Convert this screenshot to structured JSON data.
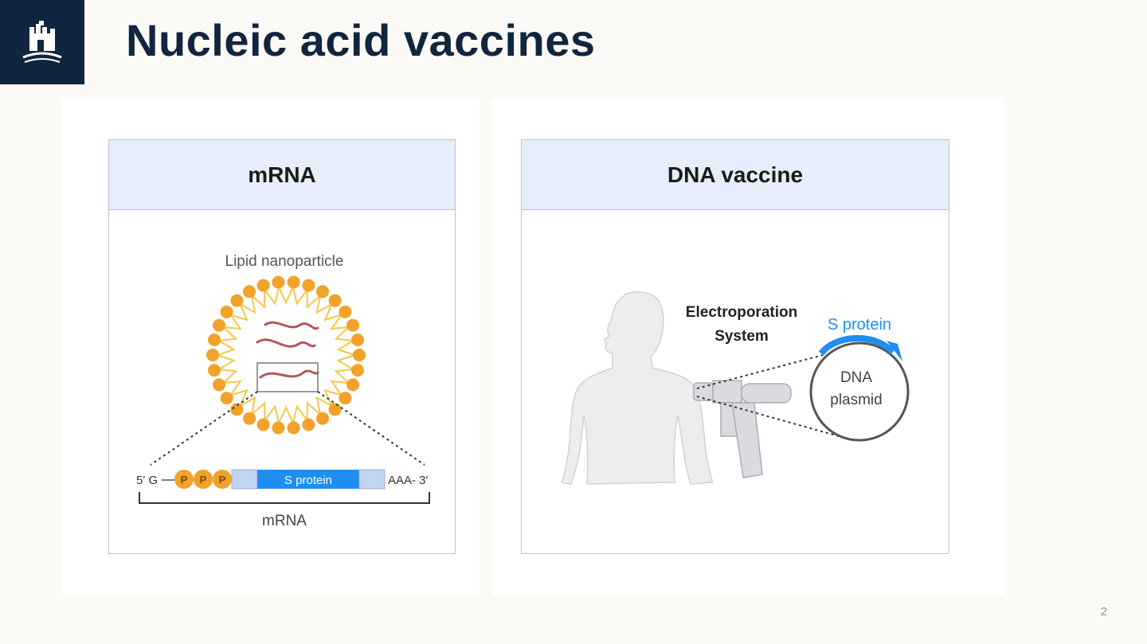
{
  "slide": {
    "title": "Nucleic acid vaccines",
    "page_number": "2"
  },
  "mrna_card": {
    "header": "mRNA",
    "lipid_label": "Lipid nanoparticle",
    "five_prime": "5' G",
    "phosphates": [
      "P",
      "P",
      "P"
    ],
    "s_protein_label": "S protein",
    "three_prime": "AAA- 3'",
    "bracket_label": "mRNA"
  },
  "dna_card": {
    "header": "DNA vaccine",
    "electroporation_line1": "Electroporation",
    "electroporation_line2": "System",
    "s_protein_label": "S protein",
    "plasmid_line1": "DNA",
    "plasmid_line2": "plasmid"
  },
  "colors": {
    "navy": "#10263f",
    "lipid_orange": "#f0a22a",
    "lipid_tail": "#f3c84a",
    "mrna_strand": "#b3555d",
    "s_protein_blue": "#1f8ef0",
    "utr_blue": "#c3d3f2",
    "header_bg": "#e7eefb"
  }
}
